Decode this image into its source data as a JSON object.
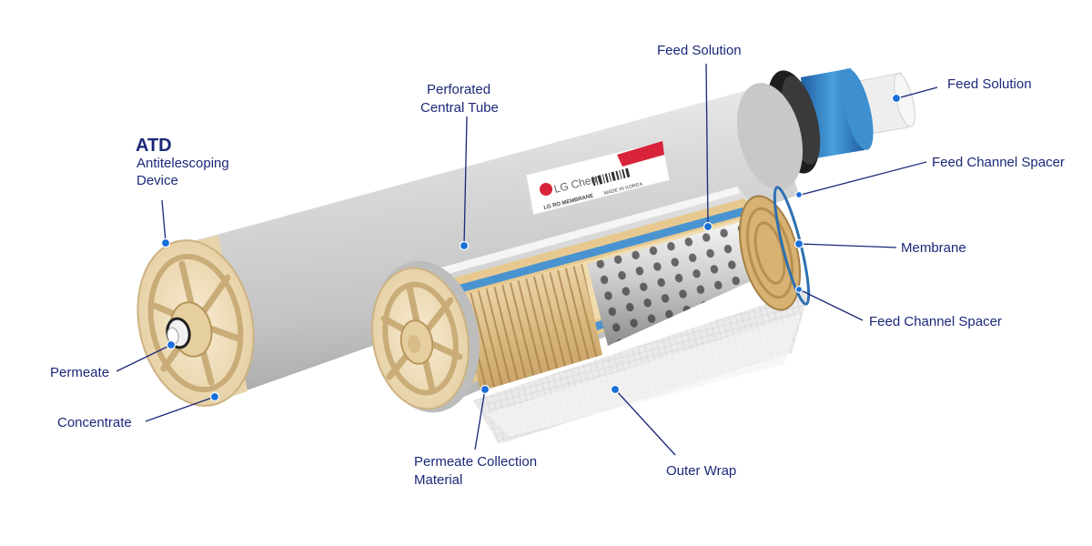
{
  "labels": {
    "atd_title": "ATD",
    "atd_line1": "Antitelescoping",
    "atd_line2": "Device",
    "perforated_line1": "Perforated",
    "perforated_line2": "Central Tube",
    "feed_solution_top": "Feed Solution",
    "feed_solution_right": "Feed Solution",
    "feed_channel_spacer_top": "Feed Channel Spacer",
    "membrane": "Membrane",
    "feed_channel_spacer_bottom": "Feed Channel Spacer",
    "outer_wrap": "Outer Wrap",
    "permeate_collection_line1": "Permeate Collection",
    "permeate_collection_line2": "Material",
    "permeate": "Permeate",
    "concentrate": "Concentrate"
  },
  "product_label": {
    "brand": "LG Chem",
    "product": "LG RO MEMBRANE",
    "origin": "MADE IN KOREA"
  },
  "colors": {
    "label_text": "#1b2878",
    "leader_line": "#1b2878",
    "marker_dot": "#1a6fd8",
    "end_cap": "#efdcb8",
    "outer_wrap": "#dcdcdc",
    "brand_red": "#d8233a",
    "blue_cap": "#2b7fc3"
  }
}
